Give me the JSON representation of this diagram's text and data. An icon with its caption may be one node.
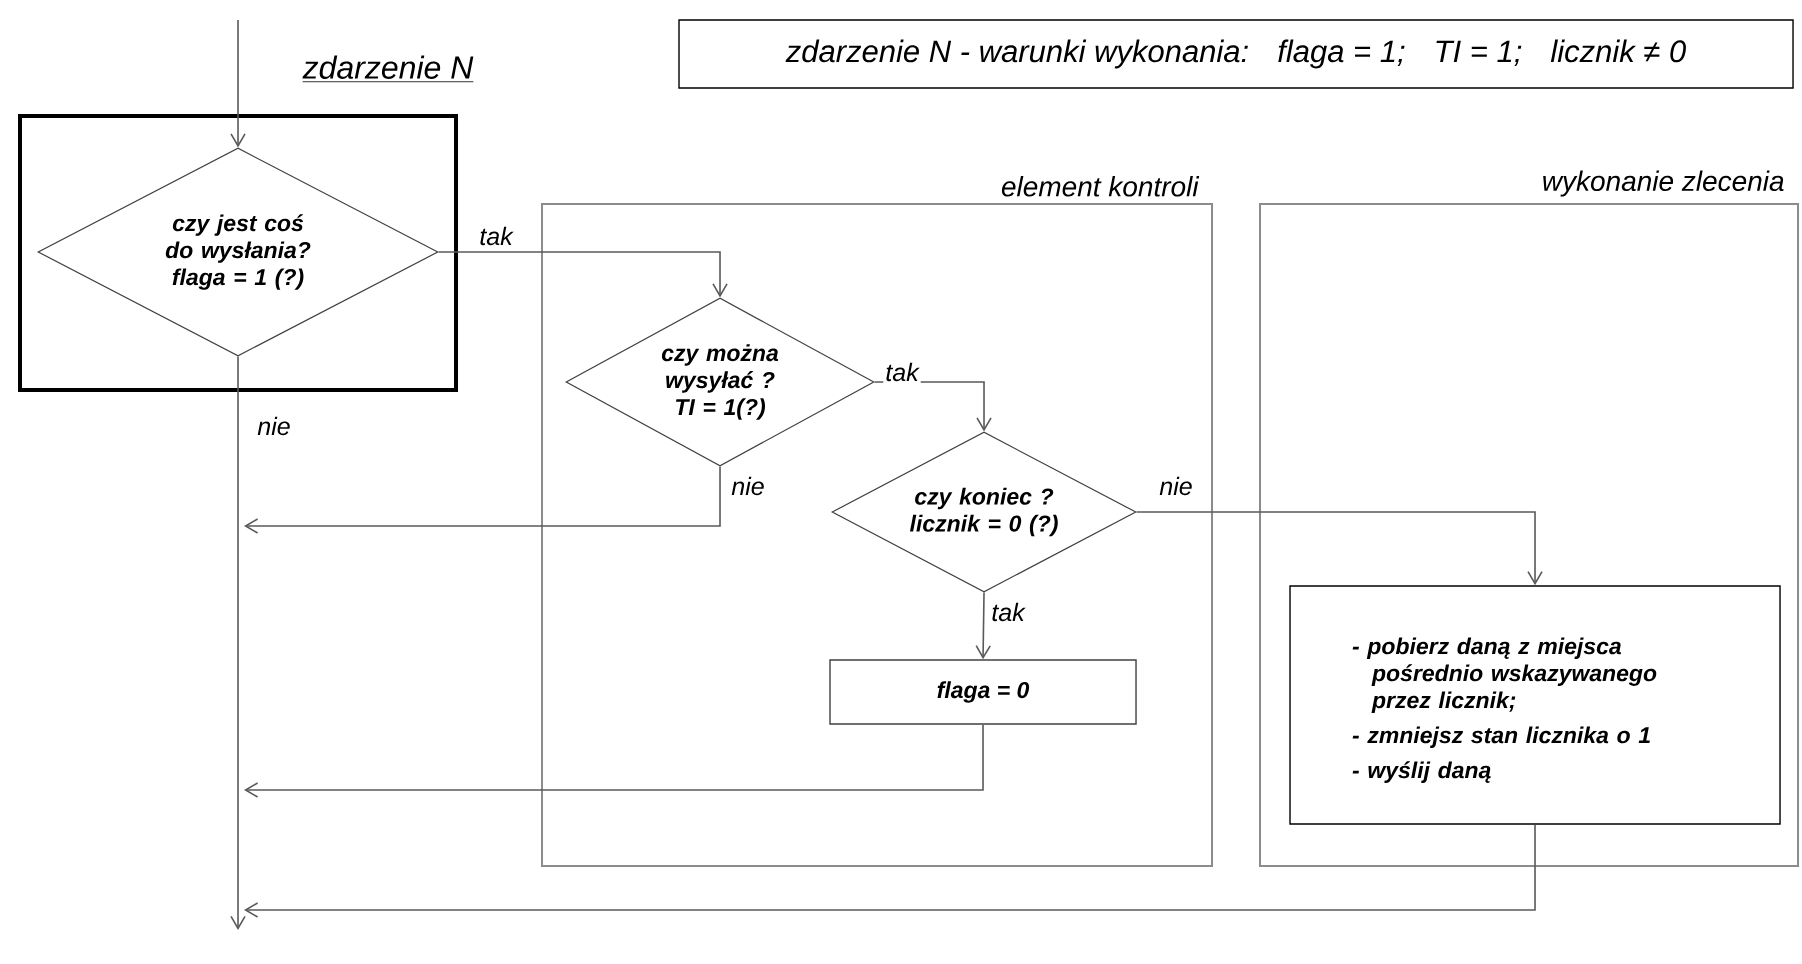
{
  "diagram": {
    "nodes": [
      {
        "text": [
          "zdarzenie N"
        ]
      },
      {
        "text": [
          "zdarzenie N - warunki wykonania:",
          "flaga = 1;",
          "TI = 1;",
          "licznik ≠ 0"
        ]
      },
      {
        "text": [
          "czy jest coś do wysłania? flaga = 1 (?)"
        ],
        "in": 0
      },
      {
        "text": [
          "element kontroli"
        ]
      },
      {
        "text": [
          "czy można wysyłać ? TI = 1(?)"
        ],
        "in": 3
      },
      {
        "text": [
          "czy koniec ? licznik = 0 (?)"
        ],
        "in": 3
      },
      {
        "text": [
          "flaga = 0"
        ],
        "in": 3
      },
      {
        "text": [
          "wykonanie zlecenia"
        ]
      },
      {
        "text": [
          "- pobierz daną z miejsca pośrednio wskazywanego przez licznik;",
          "- zmniejsz stan licznika o 1",
          "- wyślij daną"
        ],
        "in": 7
      }
    ],
    "edges": [
      {
        "from": null,
        "to": 2,
        "arrow": "to"
      },
      {
        "from": 2,
        "to": 4,
        "arrow": "to",
        "label": "tak"
      },
      {
        "from": 2,
        "to": null,
        "arrow": "to",
        "label": "nie"
      },
      {
        "from": 4,
        "to": 5,
        "arrow": "to",
        "label": "tak"
      },
      {
        "from": 4,
        "to": null,
        "arrow": "to",
        "label": "nie"
      },
      {
        "from": 5,
        "to": 8,
        "arrow": "to",
        "label": "nie"
      },
      {
        "from": 5,
        "to": 6,
        "arrow": "to",
        "label": "tak"
      },
      {
        "from": 6,
        "to": null,
        "arrow": "to"
      },
      {
        "from": 8,
        "to": null,
        "arrow": "to"
      }
    ]
  }
}
